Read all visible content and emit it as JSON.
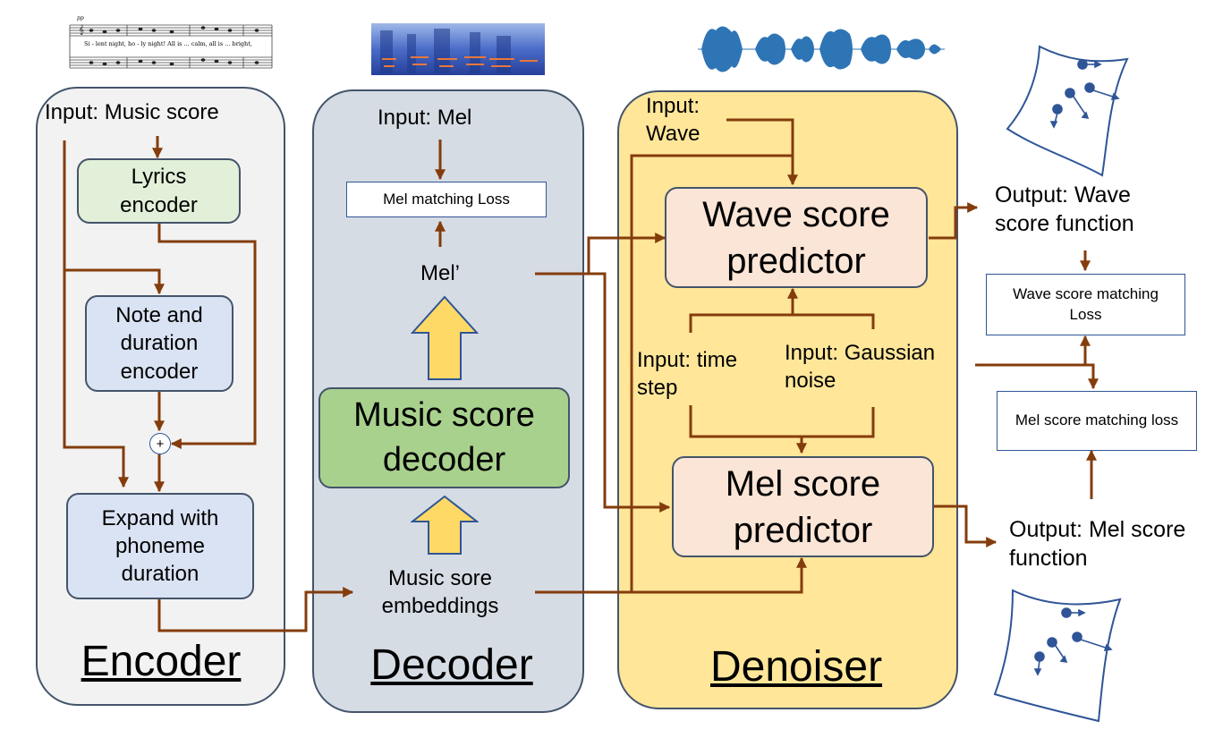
{
  "encoder": {
    "title": "Encoder",
    "input": "Input: Music score",
    "lyrics_encoder": "Lyrics encoder",
    "note_duration_encoder": "Note and duration encoder",
    "plus": "+",
    "expand": "Expand with phoneme duration"
  },
  "decoder": {
    "title": "Decoder",
    "input": "Input: Mel",
    "mel_loss": "Mel matching Loss",
    "mel_prime": "Mel’",
    "music_score_decoder": "Music score decoder",
    "embeddings": "Music sore embeddings"
  },
  "denoiser": {
    "title": "Denoiser",
    "input_wave": "Input: Wave",
    "wave_predictor": "Wave score predictor",
    "mel_predictor": "Mel score predictor",
    "time_step": "Input: time step",
    "gaussian_noise": "Input: Gaussian noise"
  },
  "outputs": {
    "wave_output": "Output: Wave score function",
    "wave_loss": "Wave score matching Loss",
    "mel_loss": "Mel score matching loss",
    "mel_output": "Output: Mel score function"
  },
  "sheet_music": {
    "lyrics": "Si - lent night,   ho - ly night!  All  is ... calm,  all  is ... bright,",
    "dynamic": "pp"
  },
  "colors": {
    "arrow": "#843c0c",
    "panel_border": "#44546a",
    "encoder_bg": "#f2f2f2",
    "decoder_bg": "#d6dce4",
    "denoiser_bg": "#ffe699",
    "lyrics_box": "#e2f0d9",
    "blue_box": "#dae3f3",
    "predictor_box": "#fbe5d6",
    "decoder_box": "#a9d18e",
    "block_arrow": "#ffd966",
    "waveform": "#2e75b6"
  }
}
